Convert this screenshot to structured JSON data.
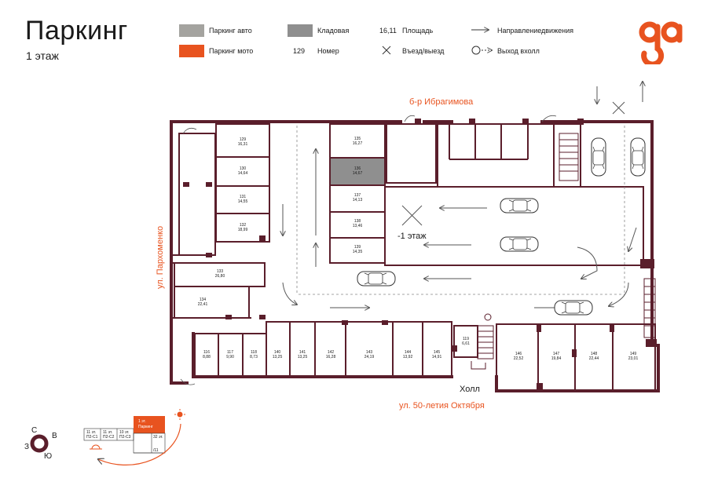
{
  "header": {
    "title": "Паркинг",
    "floor": "1 этаж"
  },
  "legend": {
    "parking_car": "Паркинг авто",
    "parking_moto": "Паркинг мото",
    "storage": "Кладовая",
    "area_sample": "16,11",
    "area_label": "Площадь",
    "number_sample": "129",
    "number_label": "Номер",
    "entry_exit": "Въезд/выезд",
    "direction": "Направлениедвижения",
    "hall_exit": "Выход вхолл"
  },
  "colors": {
    "accent": "#e8531f",
    "wall": "#5a1e2b",
    "car_gray": "#a4a39f",
    "storage_gray": "#8f8f8f"
  },
  "streets": {
    "north": "б-р Ибрагимова",
    "west": "ул. Пархоменко",
    "south": "ул. 50-летия Октября",
    "hall": "Холл",
    "lower_floor": "-1 этаж"
  },
  "units": [
    {
      "n": "129",
      "a": "16,31"
    },
    {
      "n": "130",
      "a": "14,64"
    },
    {
      "n": "131",
      "a": "14,55"
    },
    {
      "n": "132",
      "a": "18,99"
    },
    {
      "n": "133",
      "a": "26,80"
    },
    {
      "n": "134",
      "a": "22,41"
    },
    {
      "n": "135",
      "a": "16,27"
    },
    {
      "n": "136",
      "a": "14,67"
    },
    {
      "n": "137",
      "a": "14,13"
    },
    {
      "n": "138",
      "a": "13,46"
    },
    {
      "n": "139",
      "a": "14,35"
    },
    {
      "n": "116",
      "a": "8,88"
    },
    {
      "n": "117",
      "a": "9,90"
    },
    {
      "n": "118",
      "a": "8,73"
    },
    {
      "n": "140",
      "a": "13,25"
    },
    {
      "n": "141",
      "a": "13,25"
    },
    {
      "n": "142",
      "a": "16,28"
    },
    {
      "n": "143",
      "a": "24,19"
    },
    {
      "n": "144",
      "a": "13,92"
    },
    {
      "n": "145",
      "a": "14,91"
    },
    {
      "n": "119",
      "a": "6,61"
    },
    {
      "n": "146",
      "a": "22,52"
    },
    {
      "n": "147",
      "a": "19,84"
    },
    {
      "n": "148",
      "a": "22,44"
    },
    {
      "n": "149",
      "a": "23,01"
    }
  ],
  "compass": {
    "n": "С",
    "e": "В",
    "s": "Ю",
    "w": "З"
  },
  "minimap": {
    "cells": [
      "11 эт.",
      "П2-С1",
      "11 эт.",
      "П2-С2",
      "10 эт.",
      "П2-С3"
    ],
    "highlight": [
      "1 эт.",
      "Паркинг"
    ],
    "right_label": "32 эт.",
    "bottom_label": "/11"
  }
}
